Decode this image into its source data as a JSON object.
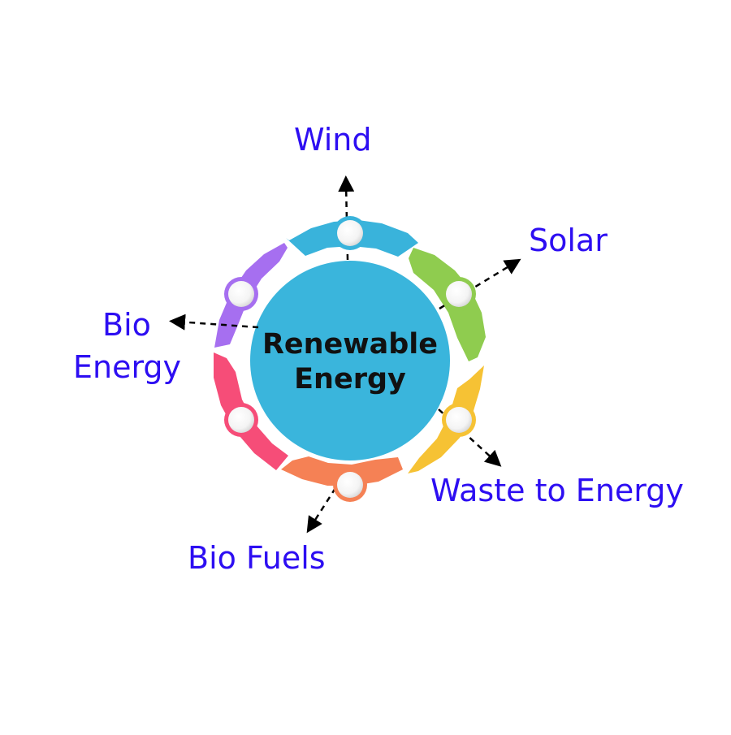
{
  "center": {
    "line1": "Renewable",
    "line2": "Energy",
    "color": "#3ab5dc"
  },
  "label_color": "#2d0ef2",
  "sources": [
    {
      "name": "wind",
      "label": "Wind",
      "color": "#39b3db"
    },
    {
      "name": "solar",
      "label": "Solar",
      "color": "#8fcc4f"
    },
    {
      "name": "waste",
      "label": "Waste to Energy",
      "color": "#f6c234"
    },
    {
      "name": "biofuels",
      "label": "Bio Fuels",
      "color": "#f58155"
    },
    {
      "name": "pink",
      "label": "",
      "color": "#f64d78"
    },
    {
      "name": "bioenergy",
      "label": "Bio Energy",
      "color": "#a66ff0",
      "lines": [
        "Bio",
        "Energy"
      ]
    }
  ]
}
